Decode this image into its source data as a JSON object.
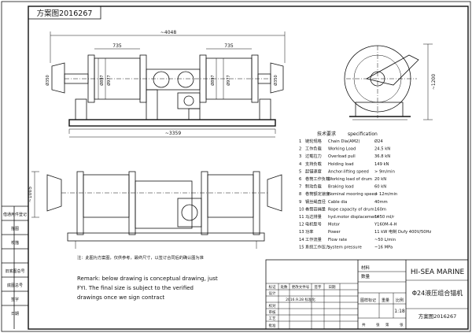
{
  "drawing_number_stamp": "方案图2016267",
  "dimensions": {
    "overall_length": "~4048",
    "frame_length": "~3359",
    "drum_left": "735",
    "drum_right": "735",
    "end_dia_left": "Ø350",
    "end_dia_right": "Ø350",
    "drum_dia_1": "Ø897",
    "drum_dia_2": "Ø977",
    "drum_dia_3": "Ø897",
    "drum_dia_4": "Ø977",
    "side_height": "~1200",
    "plan_width": "~1005"
  },
  "spec": {
    "title_cn": "技术要求",
    "title_en": "specification",
    "rows": [
      {
        "n": "1",
        "cn": "链轮规格",
        "en": "Chain Dia(AM2)",
        "val": "Ø24"
      },
      {
        "n": "2",
        "cn": "工作负载",
        "en": "Working Load",
        "val": "24.5 kN"
      },
      {
        "n": "3",
        "cn": "过载拉力",
        "en": "Overload pull",
        "val": "36.8  kN"
      },
      {
        "n": "4",
        "cn": "支持负载",
        "en": "Holding load",
        "val": "149  kN"
      },
      {
        "n": "5",
        "cn": "起锚速度",
        "en": "Anchor-lifting speed",
        "val": "> 9m/min"
      },
      {
        "n": "6",
        "cn": "卷筒工作负载",
        "en": "Working load of drum",
        "val": "20 kN"
      },
      {
        "n": "7",
        "cn": "制动负载",
        "en": "Braking load",
        "val": "60 kN"
      },
      {
        "n": "8",
        "cn": "卷筒额定速度",
        "en": "Nominal mooring speed",
        "val": "> 12m/min"
      },
      {
        "n": "9",
        "cn": "钢丝绳直径",
        "en": "Cable dia",
        "val": "40mm"
      },
      {
        "n": "10",
        "cn": "卷筒容绳量",
        "en": "Rope capacity of drum",
        "val": "160m"
      },
      {
        "n": "11",
        "cn": "马达排量",
        "en": "hyd.motor displacement",
        "val": "1450 ml/r"
      },
      {
        "n": "12",
        "cn": "电机型号",
        "en": "Motor",
        "val": "Y160M-4-H"
      },
      {
        "n": "13",
        "cn": "功率",
        "en": "Power",
        "val": "11 kW     电制 Dufy     400V/50Hz"
      },
      {
        "n": "14",
        "cn": "工作流量",
        "en": "Flow rate",
        "val": "~50 L/min"
      },
      {
        "n": "15",
        "cn": "系统工作压力",
        "en": "system pressure",
        "val": "~16 MPa"
      }
    ]
  },
  "remarks": {
    "cn": "注：此图为方案图，仅供参考，最终尺寸，以签订合同后的确认图为准",
    "en_line1": "Remark: below drawing is conceptual drawing, just",
    "en_line2": "FYI. The final size is subject to the verified",
    "en_line3": "drawings once we sign contract"
  },
  "left_strip": [
    "借通用件登记",
    "描图",
    "校描",
    "旧底图总号",
    "底图总号",
    "签字",
    "日期"
  ],
  "title_block": {
    "company": "HI-SEA MARINE",
    "title": "Φ24液压组合锚机",
    "drawing_no": "方案图2016267",
    "material_label": "材料",
    "qty_label": "数量",
    "stage_label": "图样标记",
    "weight_label": "重量",
    "scale_label": "比例",
    "scale": "1:18",
    "date_entry": "2016.9.28 标准化",
    "header_cells": [
      "标记",
      "处数",
      "更改文件号",
      "签字",
      "日期"
    ],
    "sign_rows": [
      "设计",
      "校对",
      "审核",
      "工艺",
      "批准"
    ],
    "sheet_cells": [
      "共",
      "张",
      "第",
      "张"
    ]
  }
}
